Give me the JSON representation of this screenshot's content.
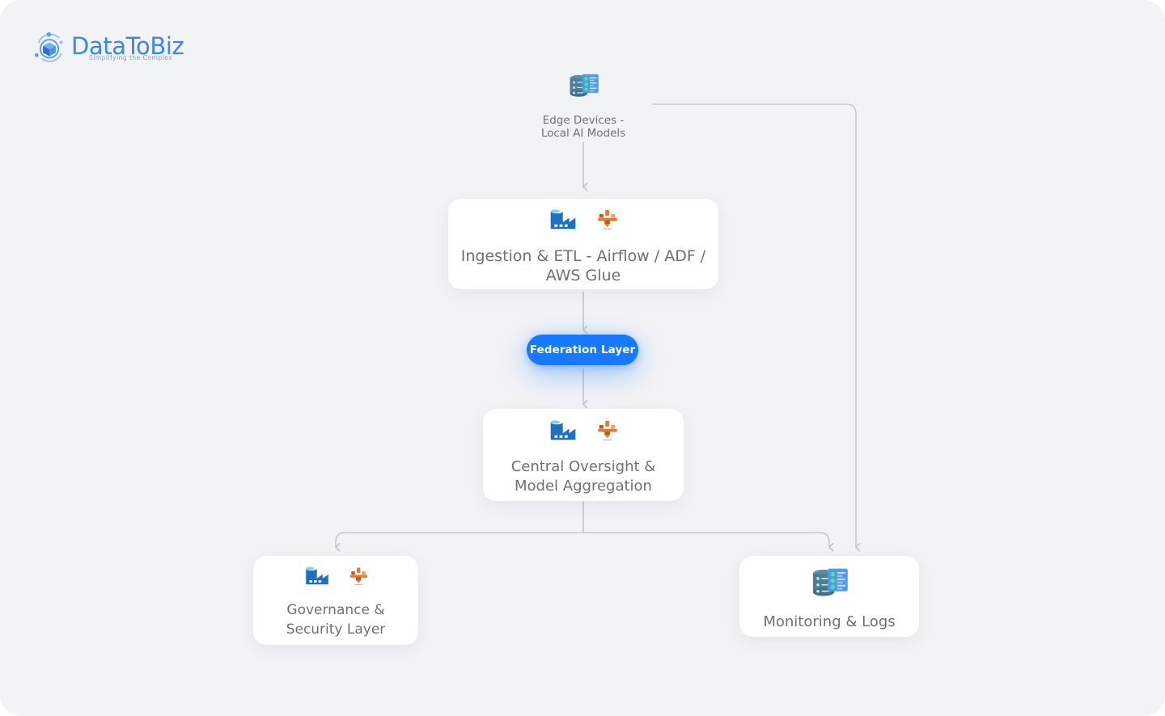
{
  "brand": {
    "name": "DataToBiz",
    "tagline": "Simplifying the Complex",
    "logo_icon": "cube-orbit-logo-icon",
    "accent_color": "#3d84f0"
  },
  "colors": {
    "background": "#f2f3f5",
    "card_background": "#ffffff",
    "caption_text": "#6c7178",
    "connector": "#c4c7cb",
    "pill_background": "#1779ff",
    "pill_text": "#ffffff",
    "factory_icon": "#1f6fc4",
    "glue_icon": "#e8762d",
    "server_icon": "#4b95d8"
  },
  "diagram": {
    "type": "flowchart",
    "nodes": [
      {
        "id": "edge-devices",
        "label": "Edge Devices -\nLocal AI Models",
        "style": "plain",
        "icons": [
          "server-stack-icon"
        ]
      },
      {
        "id": "ingestion-etl",
        "label": "Ingestion & ETL - Airflow / ADF /\nAWS Glue",
        "style": "card",
        "icons": [
          "factory-icon",
          "aws-glue-icon"
        ]
      },
      {
        "id": "federation-layer",
        "label": "Federation Layer",
        "style": "pill",
        "icons": []
      },
      {
        "id": "central-oversight",
        "label": "Central Oversight &\nModel Aggregation",
        "style": "card",
        "icons": [
          "factory-icon",
          "aws-glue-icon"
        ]
      },
      {
        "id": "governance-security",
        "label": "Governance &\nSecurity Layer",
        "style": "card",
        "icons": [
          "factory-icon",
          "aws-glue-icon"
        ]
      },
      {
        "id": "monitoring-logs",
        "label": "Monitoring & Logs",
        "style": "card",
        "icons": [
          "server-stack-icon"
        ]
      }
    ],
    "edges": [
      {
        "from": "edge-devices",
        "to": "ingestion-etl",
        "kind": "straight-arrow"
      },
      {
        "from": "ingestion-etl",
        "to": "federation-layer",
        "kind": "straight-arrow"
      },
      {
        "from": "federation-layer",
        "to": "central-oversight",
        "kind": "straight-arrow"
      },
      {
        "from": "central-oversight",
        "to": "governance-security",
        "kind": "elbow-arrow"
      },
      {
        "from": "central-oversight",
        "to": "monitoring-logs",
        "kind": "elbow-arrow"
      },
      {
        "from": "edge-devices",
        "to": "monitoring-logs",
        "kind": "feedback-elbow-arrow"
      }
    ]
  }
}
